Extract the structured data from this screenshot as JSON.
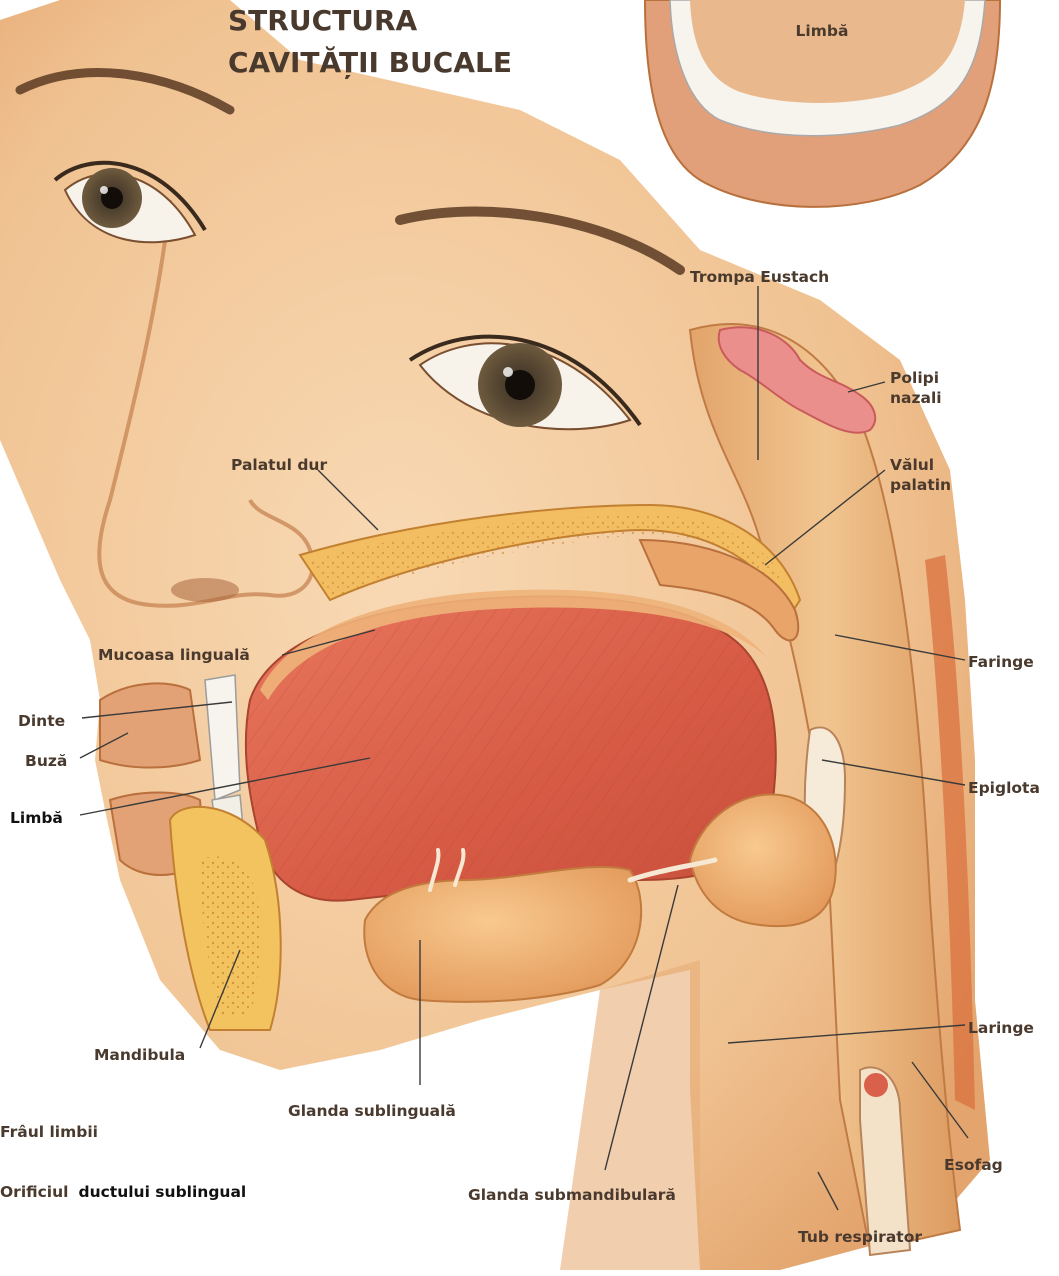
{
  "title": {
    "line1": "STRUCTURA",
    "line2": "CAVITĂȚII BUCALE"
  },
  "inset": {
    "label": "Limbă"
  },
  "labels": {
    "trompa_eustach": "Trompa Eustach",
    "polipi_nazali_1": "Polipi",
    "polipi_nazali_2": "nazali",
    "palatul_dur": "Palatul dur",
    "valul_palatin_1": "Vălul",
    "valul_palatin_2": "palatin",
    "mucoasa_linguala": "Mucoasa linguală",
    "faringe": "Faringe",
    "dinte": "Dinte",
    "buza": "Buză",
    "epiglota": "Epiglota",
    "limba": "Limbă",
    "mandibula": "Mandibula",
    "laringe": "Laringe",
    "glanda_sublinguala": "Glanda sublinguală",
    "esofag": "Esofag",
    "fraul_limbii": "Frâul limbii",
    "orificiul_1": "Orificiul",
    "orificiul_2": "ductului sublingual",
    "glanda_submandibulara": "Glanda submandibulară",
    "tub_respirator": "Tub respirator"
  },
  "colors": {
    "skin": "#f2c79a",
    "skin_shadow": "#dfa06b",
    "tongue": "#d9604a",
    "gland": "#f0b070",
    "bone": "#f3c35f",
    "pink_mucosa": "#e88a8a",
    "label_text": "#4a3a2e"
  }
}
